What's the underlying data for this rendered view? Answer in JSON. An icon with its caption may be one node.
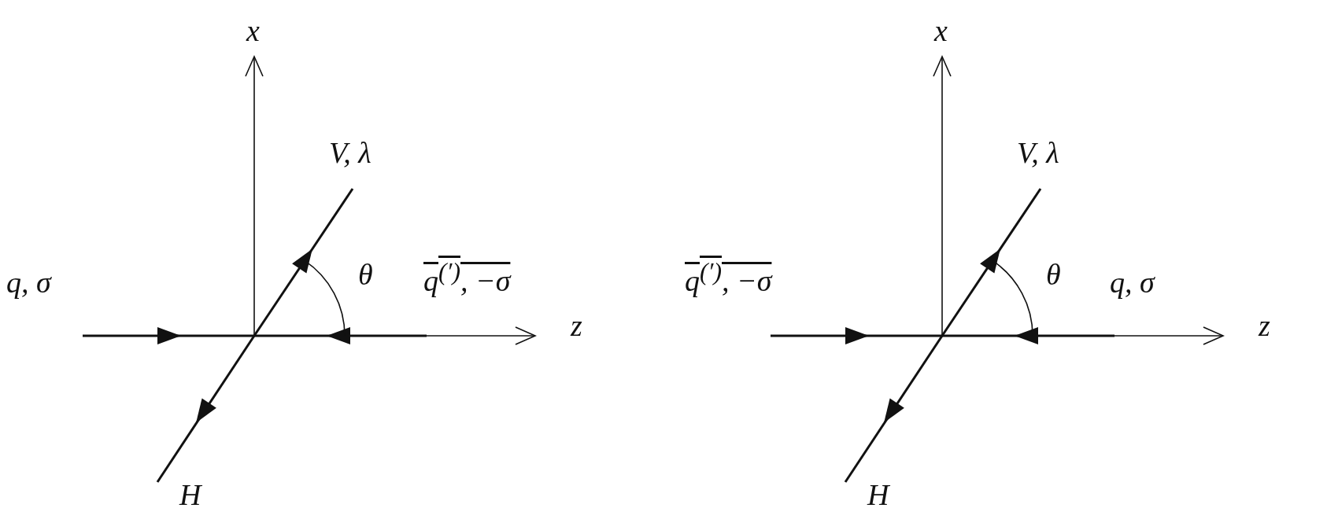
{
  "diagram": {
    "labels": [
      "x",
      "x",
      "V, λ",
      "V, λ",
      "q, σ",
      "θ",
      "q$^{(′)}$, −σ",
      "q$^{(′)}$, −σ",
      "θ",
      "q, σ",
      "z",
      "z",
      "H",
      "H"
    ]
  }
}
